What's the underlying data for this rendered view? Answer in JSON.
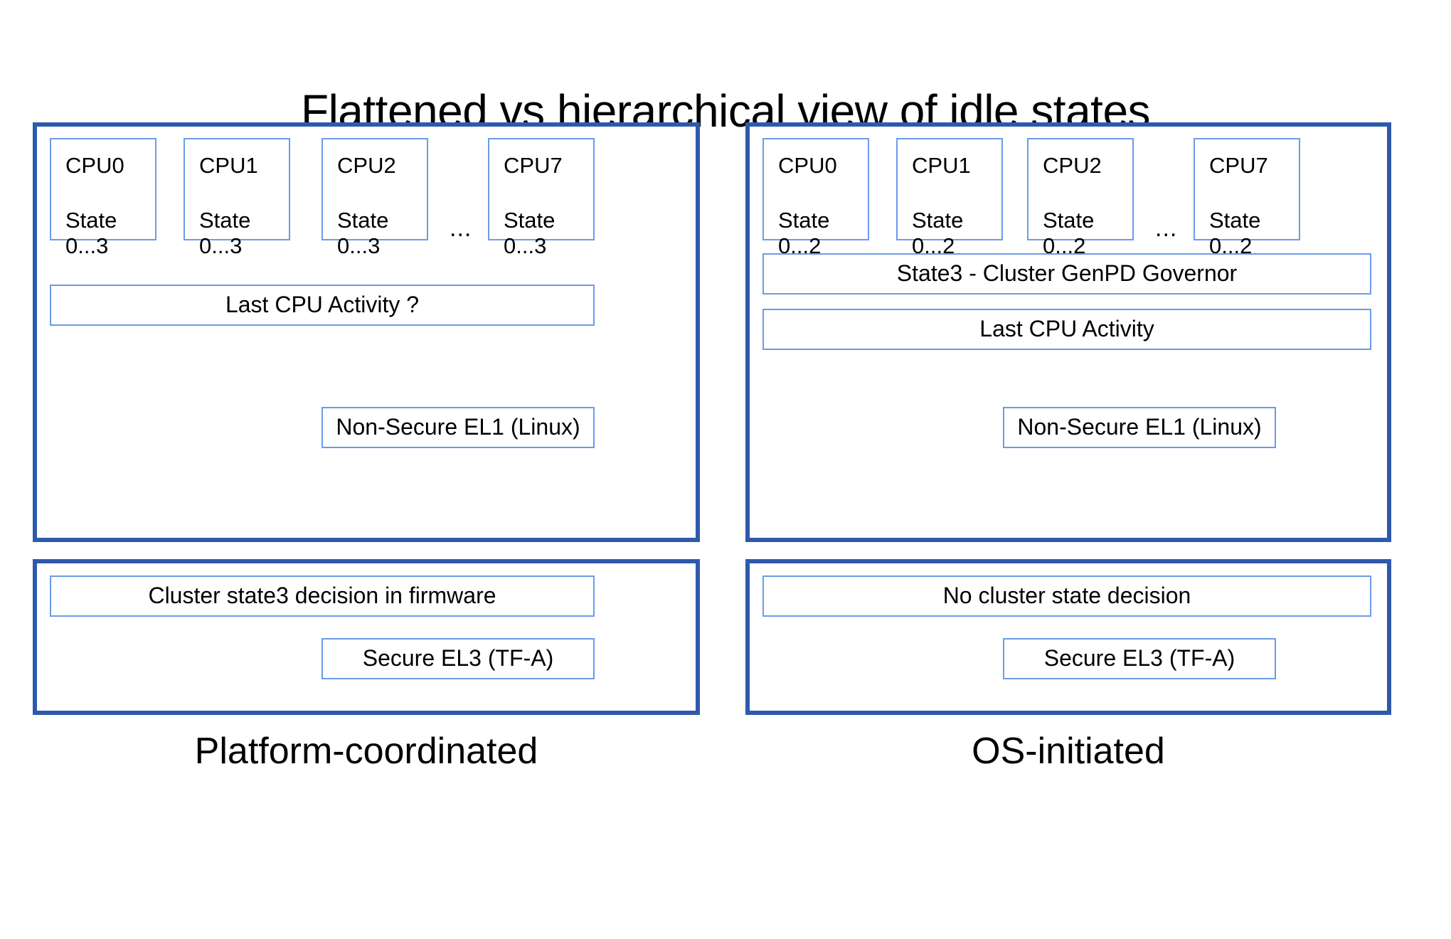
{
  "title": "Flattened vs hierarchical view of idle states",
  "colors": {
    "panel_border": "#2E5AAC",
    "inner_border": "#6C9BE8",
    "background": "#FFFFFF",
    "text": "#000000"
  },
  "ellipsis": "...",
  "left": {
    "caption": "Platform-coordinated",
    "top_panel": {
      "cpus": [
        {
          "name": "CPU0",
          "state": "State\n0...3"
        },
        {
          "name": "CPU1",
          "state": "State\n0...3"
        },
        {
          "name": "CPU2",
          "state": "State\n0...3"
        },
        {
          "name": "CPU7",
          "state": "State\n0...3"
        }
      ],
      "bars": [
        {
          "label": "Last CPU Activity ?"
        }
      ],
      "exception_level": "Non-Secure EL1 (Linux)"
    },
    "bottom_panel": {
      "bars": [
        {
          "label": "Cluster state3 decision in firmware"
        }
      ],
      "exception_level": "Secure EL3 (TF-A)"
    }
  },
  "right": {
    "caption": "OS-initiated",
    "top_panel": {
      "cpus": [
        {
          "name": "CPU0",
          "state": "State\n0...2"
        },
        {
          "name": "CPU1",
          "state": "State\n0...2"
        },
        {
          "name": "CPU2",
          "state": "State\n0...2"
        },
        {
          "name": "CPU7",
          "state": "State\n0...2"
        }
      ],
      "bars": [
        {
          "label": "State3 - Cluster GenPD Governor"
        },
        {
          "label": "Last CPU Activity"
        }
      ],
      "exception_level": "Non-Secure EL1 (Linux)"
    },
    "bottom_panel": {
      "bars": [
        {
          "label": "No cluster state decision"
        }
      ],
      "exception_level": "Secure EL3 (TF-A)"
    }
  }
}
